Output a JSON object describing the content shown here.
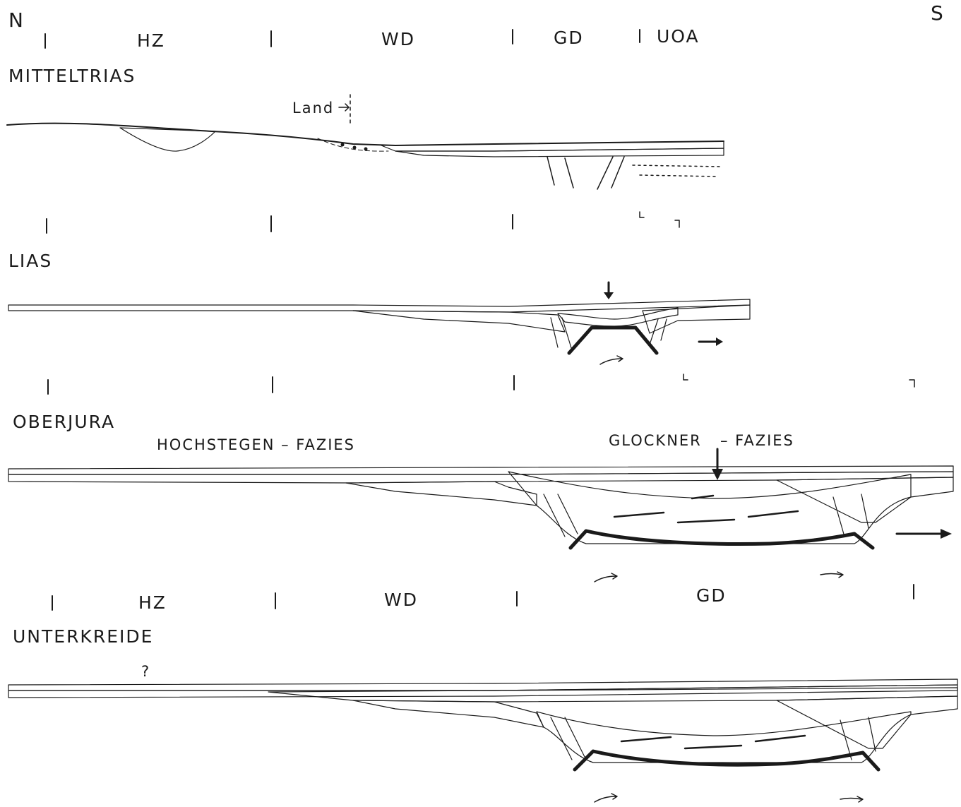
{
  "orientation": {
    "north": "N",
    "south": "S"
  },
  "zones_top": [
    "HZ",
    "WD",
    "GD",
    "UOA"
  ],
  "zones_bottom": [
    "HZ",
    "WD",
    "GD"
  ],
  "periods": [
    "MITTELTRIAS",
    "LIAS",
    "OBERJURA",
    "UNTERKREIDE"
  ],
  "annotations": {
    "land": "Land",
    "hochstegen": "HOCHSTEGEN – FAZIES",
    "glockner_a": "GLOCKNER",
    "glockner_b": "– FAZIES",
    "question": "?"
  },
  "colors": {
    "ink": "#1a1a1a",
    "paper": "#ffffff"
  }
}
